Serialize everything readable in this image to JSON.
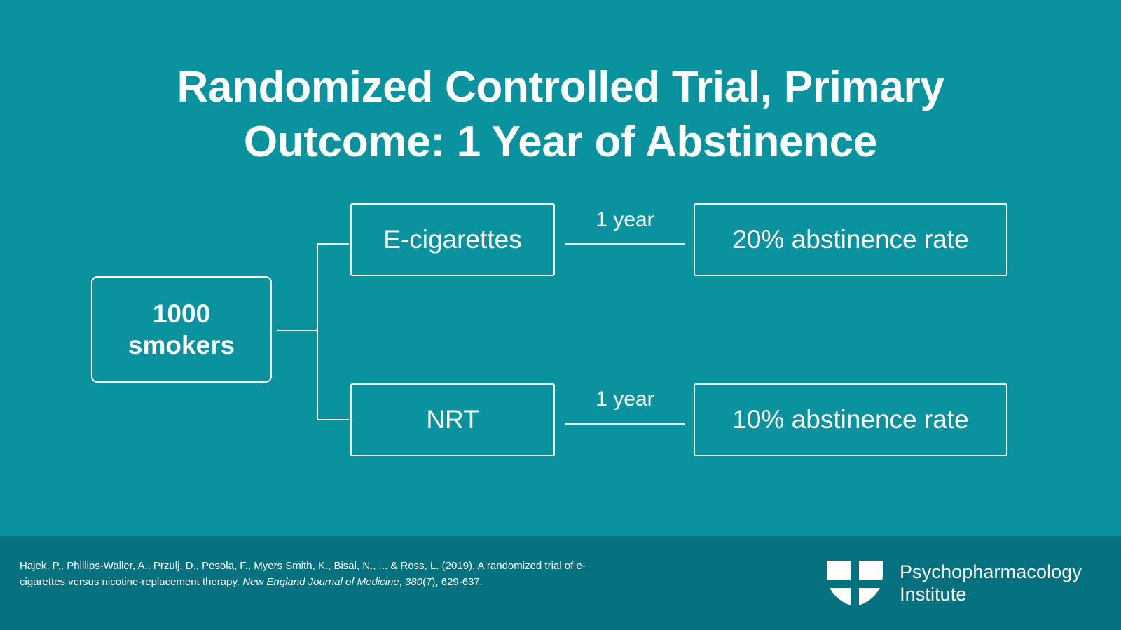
{
  "slide": {
    "background_color": "#0a939f",
    "footer_color": "#05717f",
    "stroke_color": "#ffffff"
  },
  "title": {
    "line1": "Randomized Controlled Trial, Primary",
    "line2": "Outcome: 1 Year of Abstinence",
    "full": "Randomized Controlled Trial, Primary Outcome: 1 Year of Abstinence"
  },
  "diagram": {
    "type": "flowchart",
    "source": {
      "line1": "1000",
      "line2": "smokers"
    },
    "branches": [
      {
        "arm_label": "E-cigarettes",
        "link_label": "1 year",
        "outcome_label": "20% abstinence rate",
        "outcome_value": 20,
        "outcome_unit": "%"
      },
      {
        "arm_label": "NRT",
        "link_label": "1 year",
        "outcome_label": "10% abstinence rate",
        "outcome_value": 10,
        "outcome_unit": "%"
      }
    ]
  },
  "footer": {
    "citation": {
      "part1": "Hajek, P., Phillips-Waller, A., Przulj, D., Pesola, F., Myers Smith, K., Bisal, N., ... & Ross, L. (2019). A randomized trial of e-cigarettes versus nicotine-replacement therapy. ",
      "journal_italic": "New England Journal of Medicine",
      "sep": ", ",
      "volume_italic": "380",
      "part2": "(7), 629-637."
    },
    "brand": {
      "line1": "Psychopharmacology",
      "line2": "Institute"
    }
  }
}
